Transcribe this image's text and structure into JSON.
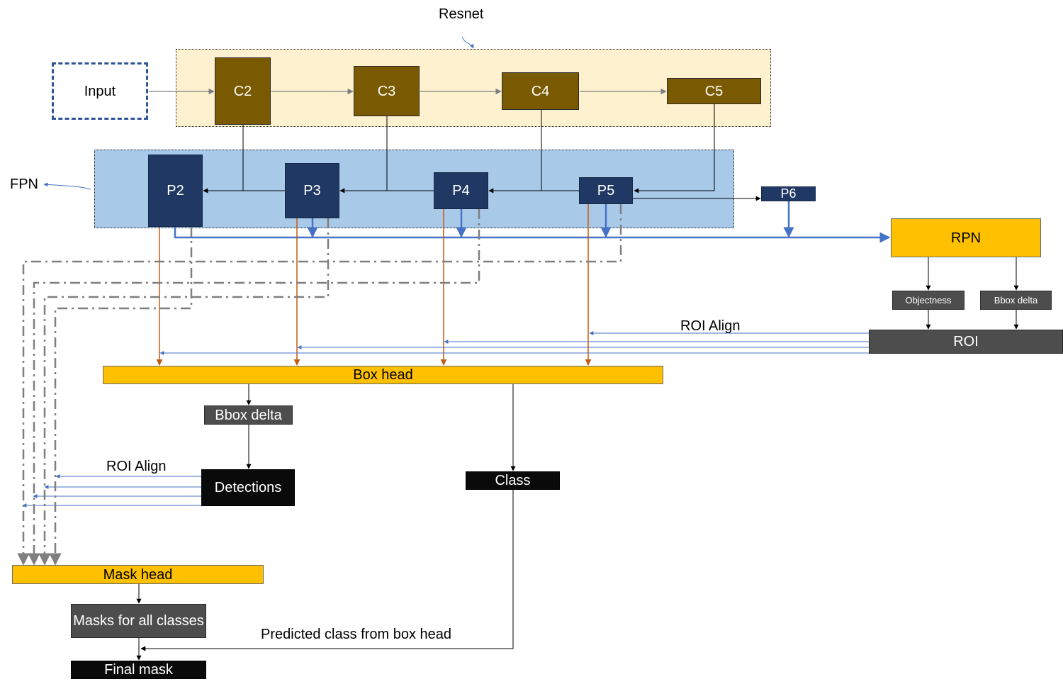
{
  "resnet": {
    "title": "Resnet",
    "input_label": "Input",
    "stages": [
      "C2",
      "C3",
      "C4",
      "C5"
    ]
  },
  "fpn": {
    "title": "FPN",
    "levels": [
      "P2",
      "P3",
      "P4",
      "P5"
    ],
    "extra_level": "P6"
  },
  "rpn": {
    "label": "RPN",
    "objectness": "Objectness",
    "bbox_delta": "Bbox delta",
    "roi": "ROI",
    "roi_align": "ROI Align"
  },
  "box_head": {
    "label": "Box head",
    "bbox_delta": "Bbox delta",
    "detections": "Detections",
    "class": "Class",
    "roi_align": "ROI Align"
  },
  "mask_head": {
    "label": "Mask head",
    "masks_all": "Masks for all classes",
    "final_mask": "Final mask",
    "predicted_class_note": "Predicted class from box head"
  },
  "colors": {
    "resnet_stage": "#7a5a00",
    "fpn_level": "#1f3864",
    "head": "#ffc000",
    "fpn_region": "#a9c9e9",
    "resnet_region": "#fdf1d0",
    "orange_arrow": "#c55a11",
    "blue_arrow": "#4472c4",
    "dash_gray": "#7f7f7f"
  }
}
